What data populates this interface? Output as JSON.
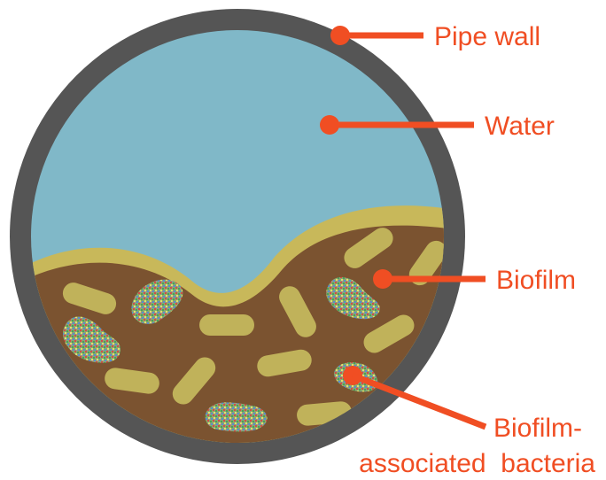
{
  "labels": {
    "pipe_wall": "Pipe wall",
    "water": "Water",
    "biofilm": "Biofilm",
    "bacteria_line1": "Biofilm-",
    "bacteria_line2": "associated  bacteria"
  },
  "colors": {
    "pipe_wall": "#555555",
    "water": "#80b8c8",
    "biofilm": "#7b5330",
    "biofilm_edge": "#c8b85a",
    "rod_bacteria": "#c0b25a",
    "associated_bacteria": "#8aa870",
    "callout": "#f04e23"
  }
}
